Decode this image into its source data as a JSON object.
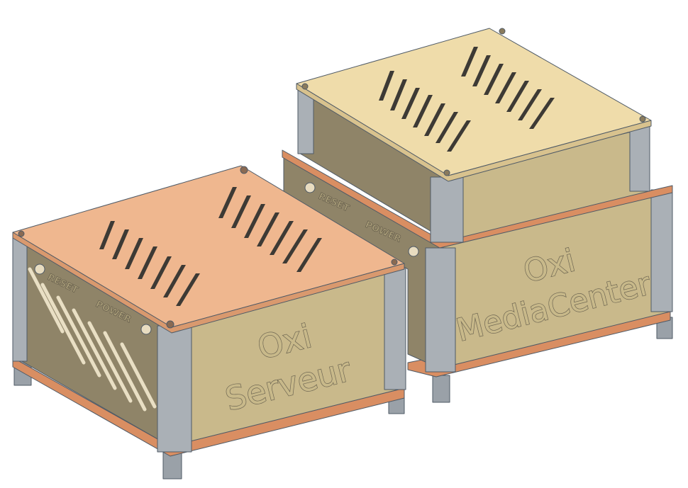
{
  "scene": {
    "background": "#ffffff",
    "colors": {
      "lid_salmon": "#efb78f",
      "lid_cream": "#efdcaa",
      "plate_copper": "#d98e62",
      "panel_tan": "#c9b98b",
      "panel_dark": "#8f8468",
      "corner_grey": "#aab0b6",
      "slot_dark": "#3d3a35"
    }
  },
  "left_case": {
    "front_label_line1": "Oxi",
    "front_label_line2": "Serveur",
    "side_label_reset": "RESET",
    "side_label_power": "POWER"
  },
  "right_case": {
    "front_label_line1": "Oxi",
    "front_label_line2": "MediaCenter",
    "side_label_reset": "RESET",
    "side_label_power": "POWER"
  }
}
